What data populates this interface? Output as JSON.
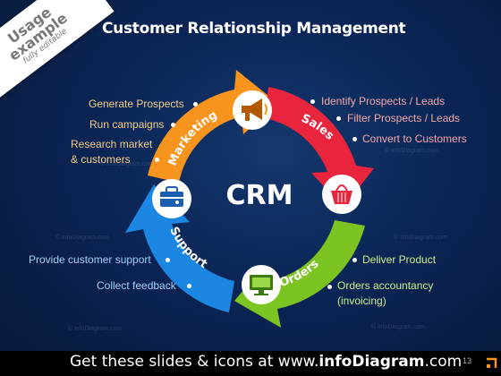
{
  "title": "Customer Relationship Management",
  "ribbon": {
    "line1": "Usage",
    "line2": "example",
    "line3": "fully editable"
  },
  "center": "CRM",
  "segments": {
    "marketing": "Marketing",
    "sales": "Sales",
    "orders": "Orders",
    "support": "Support"
  },
  "colors": {
    "marketing": "#f7941d",
    "sales": "#e8253d",
    "orders": "#7cc421",
    "support": "#1c86e3"
  },
  "marketing_items": [
    "Generate Prospects",
    "Run campaigns",
    "Research market",
    "& customers"
  ],
  "sales_items": [
    "Identify Prospects /  Leads",
    "Filter Prospects  / Leads",
    "Convert to Customers"
  ],
  "orders_items": [
    "Deliver Product",
    "Orders accountancy",
    "(invoicing)"
  ],
  "support_items": [
    "Provide customer support",
    "Collect feedback"
  ],
  "footer": {
    "prefix": "Get these slides & icons at www.",
    "brand": "infoDiagram",
    "suffix": ".com"
  },
  "page_number": "13",
  "watermark": "© infoDiagram.com",
  "icons": {
    "marketing": "megaphone-icon",
    "sales": "shopping-basket-icon",
    "orders": "monitor-icon",
    "support": "toolbox-icon"
  }
}
